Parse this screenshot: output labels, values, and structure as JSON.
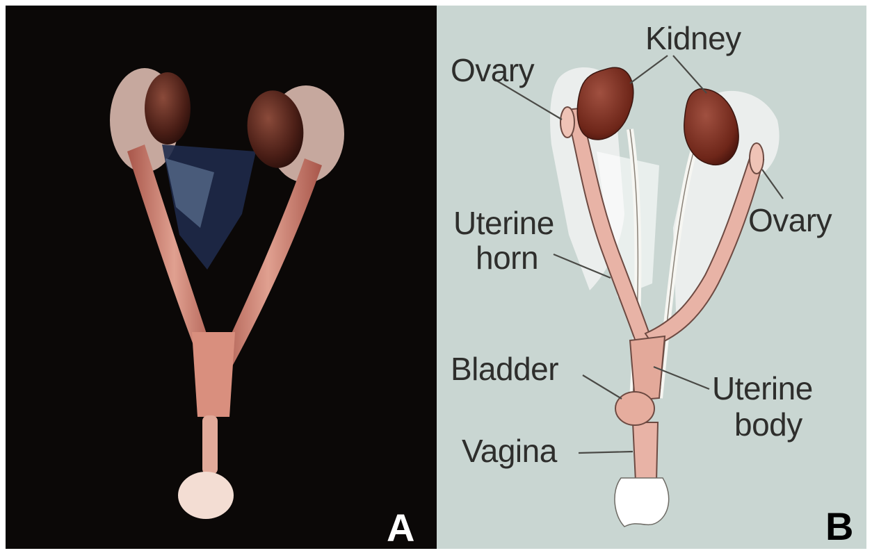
{
  "panel_a": {
    "letter": "A"
  },
  "panel_b": {
    "letter": "B",
    "labels": {
      "kidney": "Kidney",
      "ovary_left": "Ovary",
      "ovary_right": "Ovary",
      "uterine_horn_line1": "Uterine",
      "uterine_horn_line2": "horn",
      "bladder": "Bladder",
      "uterine_body_line1": "Uterine",
      "uterine_body_line2": "body",
      "vagina": "Vagina"
    }
  },
  "colors": {
    "panel_a_background": "#0b0807",
    "panel_b_background": "#c9d6d2",
    "kidney": "#7a2f22",
    "uterus": "#e8b3a6",
    "label_text": "#2e2e2c"
  }
}
